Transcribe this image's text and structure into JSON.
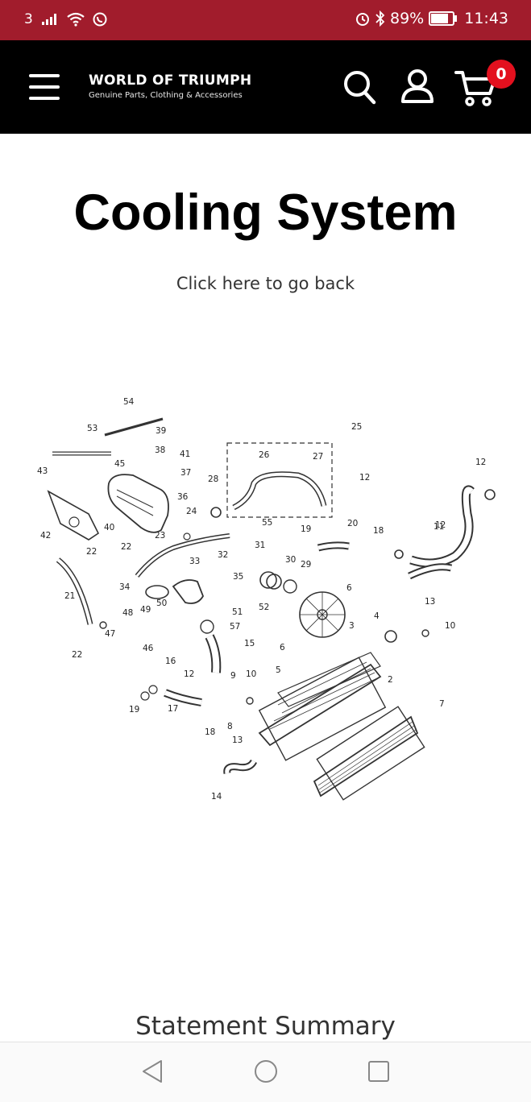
{
  "status_bar": {
    "sim_label": "3",
    "battery": "89%",
    "battery_level": 0.89,
    "time": "11:43"
  },
  "header": {
    "brand_name": "WORLD OF TRIUMPH",
    "brand_tagline": "Genuine Parts, Clothing & Accessories",
    "cart_count": "0"
  },
  "page": {
    "title": "Cooling System",
    "back_link": "Click here to go back"
  },
  "diagram": {
    "callouts": [
      "54",
      "39",
      "53",
      "38",
      "41",
      "45",
      "37",
      "43",
      "36",
      "28",
      "24",
      "42",
      "40",
      "25",
      "26",
      "27",
      "12",
      "12",
      "12",
      "20",
      "18",
      "11",
      "55",
      "19",
      "23",
      "22",
      "22",
      "33",
      "32",
      "31",
      "30",
      "29",
      "35",
      "6",
      "6",
      "13",
      "21",
      "34",
      "52",
      "51",
      "50",
      "49",
      "48",
      "47",
      "46",
      "57",
      "15",
      "4",
      "10",
      "3",
      "16",
      "12",
      "9",
      "10",
      "5",
      "2",
      "19",
      "17",
      "8",
      "18",
      "7",
      "13",
      "14",
      "22"
    ]
  },
  "footer": {
    "statement_summary": "Statement Summary"
  },
  "colors": {
    "status_bar": "#a11c2c",
    "header_bg": "#000000",
    "badge": "#e3101e"
  }
}
